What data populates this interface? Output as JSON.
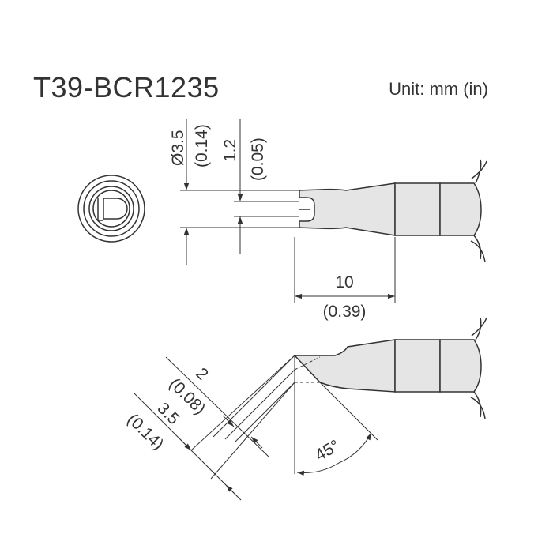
{
  "header": {
    "model": "T39-BCR1235",
    "unit_label": "Unit: mm (in)"
  },
  "dimensions": {
    "diameter_mm": "Ø3.5",
    "diameter_in": "(0.14)",
    "slot_mm": "1.2",
    "slot_in": "(0.05)",
    "length_mm": "10",
    "length_in": "(0.39)",
    "bevel_short_mm": "2",
    "bevel_short_in": "(0.08)",
    "bevel_long_mm": "3.5",
    "bevel_long_in": "(0.14)",
    "angle": "45°"
  },
  "colors": {
    "line": "#333333",
    "body_fill": "#e5e5e5",
    "background": "#ffffff"
  }
}
